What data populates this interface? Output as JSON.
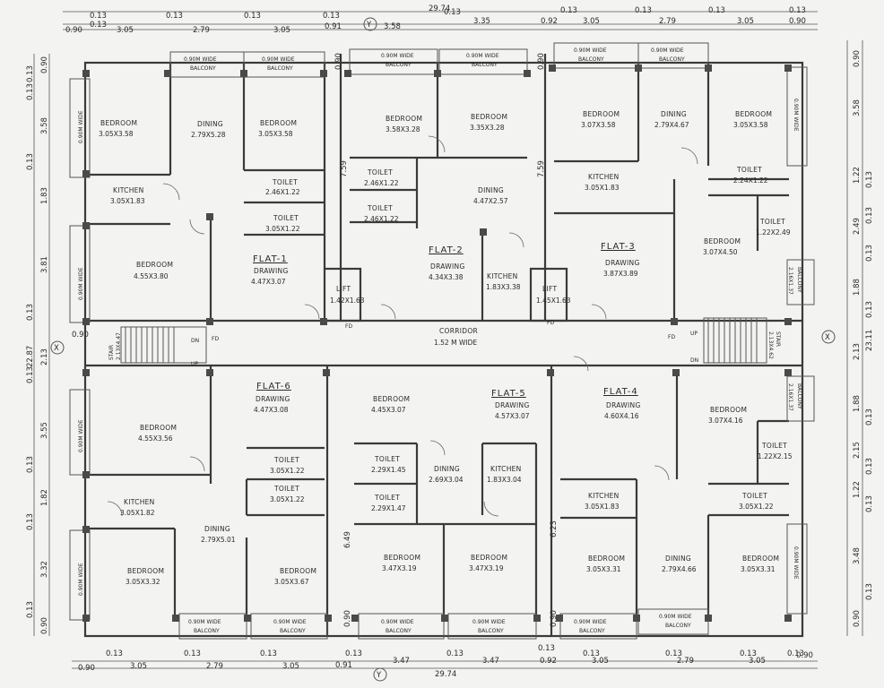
{
  "top_dims": {
    "total": "29.74",
    "row1": [
      "0.13",
      "0.13",
      "0.13",
      "0.13",
      "0.13",
      "0.13",
      "0.13",
      "0.13",
      "0.13"
    ],
    "row2": [
      "0.90",
      "0.13",
      "3.05",
      "2.79",
      "3.05",
      "0.91",
      "3.58",
      "3.35",
      "0.92",
      "3.05",
      "2.79",
      "3.05",
      "0.90"
    ]
  },
  "bottom_dims": {
    "total": "29.74",
    "row1": [
      "0.13",
      "0.13",
      "0.13",
      "0.13",
      "0.13",
      "0.13",
      "0.13",
      "0.13",
      "0.13",
      "0.13"
    ],
    "row2": [
      "0.90",
      "3.05",
      "2.79",
      "3.05",
      "0.91",
      "3.47",
      "3.47",
      "0.92",
      "3.05",
      "2.79",
      "3.05",
      "0.90"
    ]
  },
  "left_dims": [
    "0.13",
    "0.90",
    "0.13",
    "3.58",
    "0.13",
    "1.83",
    "3.81",
    "0.13",
    "22.87",
    "0.90",
    "2.13",
    "0.13",
    "3.55",
    "0.13",
    "1.82",
    "0.13",
    "3.32",
    "0.13",
    "0.90"
  ],
  "right_dims": [
    "0.90",
    "3.58",
    "0.13",
    "1.22",
    "0.13",
    "2.49",
    "0.13",
    "1.88",
    "0.13",
    "23.11",
    "2.13",
    "1.88",
    "0.13",
    "2.15",
    "0.13",
    "1.22",
    "0.13",
    "3.48",
    "0.13",
    "0.90"
  ],
  "axis_marks": {
    "x_top": "Y",
    "x_bottom": "Y",
    "y_left": "X",
    "y_right": "X"
  },
  "vertical_marks": [
    "0.90",
    "7.59",
    "0.90",
    "7.59",
    "6.49",
    "0.90",
    "0.90",
    "6.23"
  ],
  "flats": {
    "flat1": "FLAT-1",
    "flat2": "FLAT-2",
    "flat3": "FLAT-3",
    "flat4": "FLAT-4",
    "flat5": "FLAT-5",
    "flat6": "FLAT-6"
  },
  "rooms": [
    {
      "name": "BEDROOM",
      "size": "3.05X3.58"
    },
    {
      "name": "DINING",
      "size": "2.79X5.28"
    },
    {
      "name": "BEDROOM",
      "size": "3.05X3.58"
    },
    {
      "name": "KITCHEN",
      "size": "3.05X1.83"
    },
    {
      "name": "TOILET",
      "size": "2.46X1.22"
    },
    {
      "name": "TOILET",
      "size": "3.05X1.22"
    },
    {
      "name": "BEDROOM",
      "size": "4.55X3.80"
    },
    {
      "name": "DRAWING",
      "size": "4.47X3.07"
    },
    {
      "name": "BEDROOM",
      "size": "3.58X3.28"
    },
    {
      "name": "BEDROOM",
      "size": "3.35X3.28"
    },
    {
      "name": "TOILET",
      "size": "2.46X1.22"
    },
    {
      "name": "TOILET",
      "size": "2.46X1.22"
    },
    {
      "name": "DINING",
      "size": "4.47X2.57"
    },
    {
      "name": "DRAWING",
      "size": "4.34X3.38"
    },
    {
      "name": "KITCHEN",
      "size": "1.83X3.38"
    },
    {
      "name": "BEDROOM",
      "size": "3.07X3.58"
    },
    {
      "name": "DINING",
      "size": "2.79X4.67"
    },
    {
      "name": "BEDROOM",
      "size": "3.05X3.58"
    },
    {
      "name": "KITCHEN",
      "size": "3.05X1.83"
    },
    {
      "name": "TOILET",
      "size": "2.24X1.22"
    },
    {
      "name": "TOILET",
      "size": "1.22X2.49"
    },
    {
      "name": "BEDROOM",
      "size": "3.07X4.50"
    },
    {
      "name": "DRAWING",
      "size": "3.87X3.89"
    },
    {
      "name": "DRAWING",
      "size": "4.47X3.08"
    },
    {
      "name": "BEDROOM",
      "size": "4.55X3.56"
    },
    {
      "name": "TOILET",
      "size": "3.05X1.22"
    },
    {
      "name": "TOILET",
      "size": "3.05X1.22"
    },
    {
      "name": "KITCHEN",
      "size": "3.05X1.82"
    },
    {
      "name": "DINING",
      "size": "2.79X5.01"
    },
    {
      "name": "BEDROOM",
      "size": "3.05X3.32"
    },
    {
      "name": "BEDROOM",
      "size": "3.05X3.67"
    },
    {
      "name": "BEDROOM",
      "size": "4.45X3.07"
    },
    {
      "name": "TOILET",
      "size": "2.29X1.45"
    },
    {
      "name": "TOILET",
      "size": "2.29X1.47"
    },
    {
      "name": "DINING",
      "size": "2.69X3.04"
    },
    {
      "name": "DRAWING",
      "size": "4.57X3.07"
    },
    {
      "name": "KITCHEN",
      "size": "1.83X3.04"
    },
    {
      "name": "BEDROOM",
      "size": "3.47X3.19"
    },
    {
      "name": "BEDROOM",
      "size": "3.47X3.19"
    },
    {
      "name": "DRAWING",
      "size": "4.60X4.16"
    },
    {
      "name": "BEDROOM",
      "size": "3.07X4.16"
    },
    {
      "name": "TOILET",
      "size": "1.22X2.15"
    },
    {
      "name": "KITCHEN",
      "size": "3.05X1.83"
    },
    {
      "name": "TOILET",
      "size": "3.05X1.22"
    },
    {
      "name": "BEDROOM",
      "size": "3.05X3.31"
    },
    {
      "name": "DINING",
      "size": "2.79X4.66"
    },
    {
      "name": "BEDROOM",
      "size": "3.05X3.31"
    }
  ],
  "balconies": {
    "wide_line1": "0.90M WIDE",
    "wide_line2": "BALCONY",
    "side_small": "2.16X1.37",
    "side_label": "BALCONY"
  },
  "core": {
    "lift1_name": "LIFT",
    "lift1_size": "1.42X1.63",
    "lift2_name": "LIFT",
    "lift2_size": "1.45X1.63",
    "corridor_name": "CORRIDOR",
    "corridor_width": "1.52 M WIDE",
    "stair_left_name": "STAIR",
    "stair_left_size": "2.13X4.47",
    "stair_right_name": "STAIR",
    "stair_right_size": "2.13X4.62",
    "up": "UP",
    "dn": "DN",
    "fd": "FD"
  }
}
